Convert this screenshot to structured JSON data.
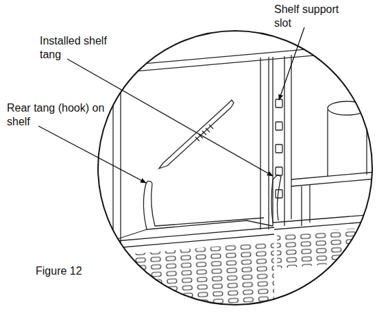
{
  "diagram": {
    "caption": "Figure 12",
    "labels": [
      "Shelf support slot",
      "Installed shelf tang",
      "Rear tang (hook) on shelf"
    ]
  }
}
